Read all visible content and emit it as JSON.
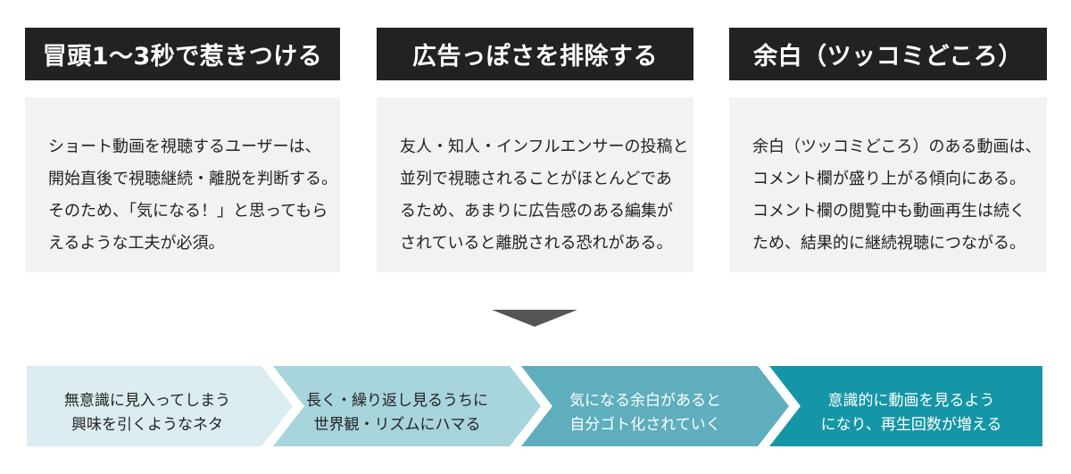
{
  "columns": [
    {
      "title": "冒頭1～3秒で惹きつける",
      "lines": [
        "ショート動画を視聴するユーザーは、",
        "開始直後で視聴継続・離脱を判断する。",
        "そのため、「気になる！」と思ってもら",
        "えるような工夫が必須。"
      ]
    },
    {
      "title": "広告っぽさを排除する",
      "lines": [
        "友人・知人・インフルエンサーの投稿と",
        "並列で視聴されることがほとんどであ",
        "るため、あまりに広告感のある編集が",
        "されていると離脱される恐れがある。"
      ]
    },
    {
      "title": "余白（ツッコミどころ）",
      "lines": [
        "余白（ツッコミどころ）のある動画は、",
        "コメント欄が盛り上がる傾向にある。",
        "コメント欄の閲覧中も動画再生は続く",
        "ため、結果的に継続視聴につながる。"
      ]
    }
  ],
  "flow": [
    {
      "lines": [
        "無意識に見入ってしまう",
        "興味を引くようなネタ"
      ],
      "color": "#dcedf1"
    },
    {
      "lines": [
        "長く・繰り返し見るうちに",
        "世界観・リズムにハマる"
      ],
      "color": "#a8d4dc"
    },
    {
      "lines": [
        "気になる余白があると",
        "自分ゴト化されていく"
      ],
      "color": "#5eaebd"
    },
    {
      "lines": [
        "意識的に動画を見るよう",
        "になり、再生回数が増える"
      ],
      "color": "#1596a7"
    }
  ],
  "colors": {
    "header_bg": "#222222",
    "box_bg": "#f2f2f2",
    "arrow": "#555555"
  }
}
